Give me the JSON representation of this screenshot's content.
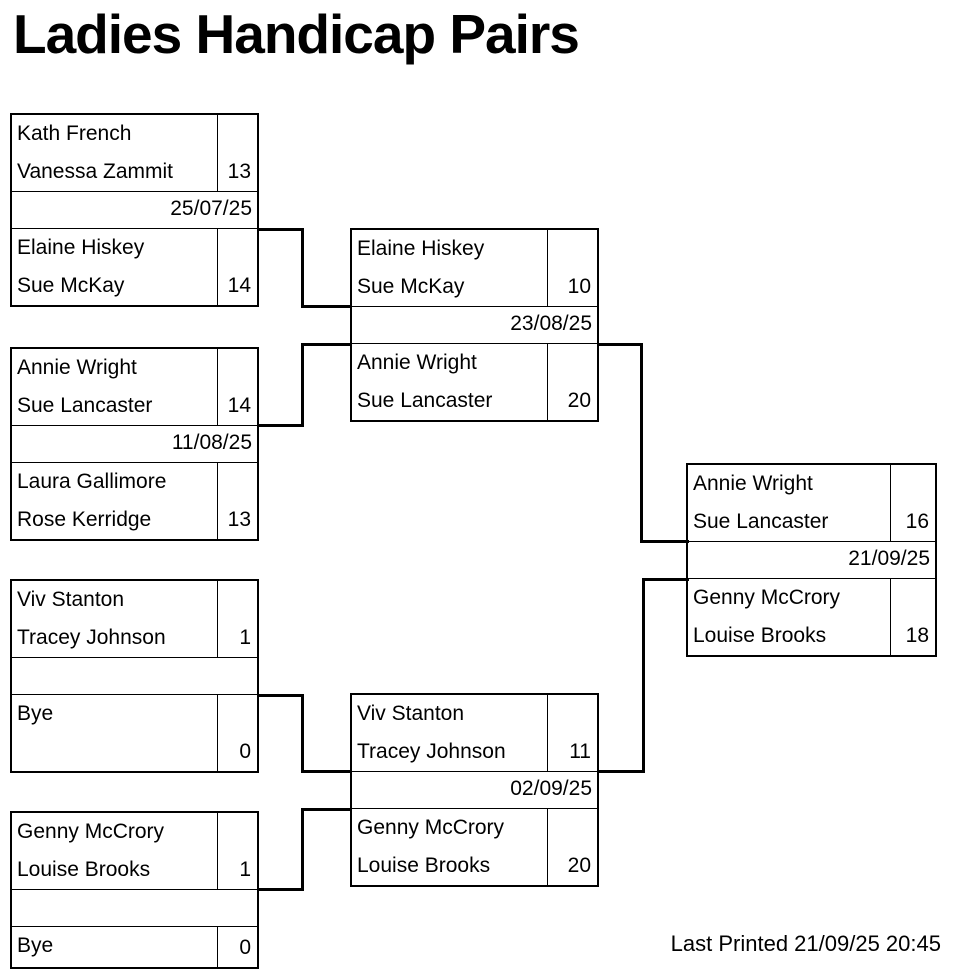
{
  "title": "Ladies Handicap Pairs",
  "footer": "Last Printed 21/09/25 20:45",
  "bracket": {
    "r1m1": {
      "t1p1": "Kath French",
      "t1p2": "Vanessa Zammit",
      "t1s": "13",
      "date": "25/07/25",
      "t2p1": "Elaine Hiskey",
      "t2p2": "Sue McKay",
      "t2s": "14"
    },
    "r1m2": {
      "t1p1": "Annie Wright",
      "t1p2": "Sue Lancaster",
      "t1s": "14",
      "date": "11/08/25",
      "t2p1": "Laura Gallimore",
      "t2p2": "Rose Kerridge",
      "t2s": "13"
    },
    "r1m3": {
      "t1p1": "Viv Stanton",
      "t1p2": "Tracey Johnson",
      "t1s": "1",
      "date": "",
      "t2p1": "",
      "t2p2": "Bye",
      "t2s": "0"
    },
    "r1m4": {
      "t1p1": "Genny McCrory",
      "t1p2": "Louise Brooks",
      "t1s": "1",
      "date": "",
      "t2p1": "Bye",
      "t2p2": "",
      "t2s": "0"
    },
    "r2m1": {
      "t1p1": "Elaine Hiskey",
      "t1p2": "Sue McKay",
      "t1s": "10",
      "date": "23/08/25",
      "t2p1": "Annie Wright",
      "t2p2": "Sue Lancaster",
      "t2s": "20"
    },
    "r2m2": {
      "t1p1": "Viv Stanton",
      "t1p2": "Tracey Johnson",
      "t1s": "11",
      "date": "02/09/25",
      "t2p1": "Genny McCrory",
      "t2p2": "Louise Brooks",
      "t2s": "20"
    },
    "final": {
      "t1p1": "Annie Wright",
      "t1p2": "Sue Lancaster",
      "t1s": "16",
      "date": "21/09/25",
      "t2p1": "Genny McCrory",
      "t2p2": "Louise Brooks",
      "t2s": "18"
    }
  },
  "colors": {
    "line": "#000000",
    "background": "#ffffff",
    "text": "#000000"
  }
}
